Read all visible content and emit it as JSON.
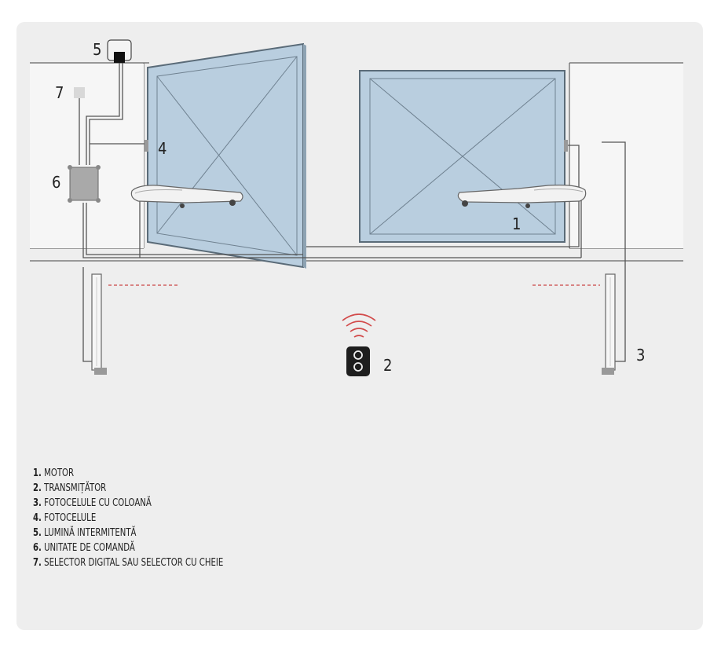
{
  "diagram": {
    "callouts": {
      "motor": "1",
      "transmitter": "2",
      "photocells_column": "3",
      "photocells": "4",
      "flashing_light": "5",
      "control_unit": "6",
      "selector": "7"
    },
    "colors": {
      "gate_fill": "#b8cddd",
      "gate_stroke": "#5a6b78",
      "wire": "#555555",
      "beam": "#d06060",
      "signal": "#d24a4a",
      "background": "#eeeeee"
    }
  },
  "legend": {
    "items": [
      {
        "num": "1.",
        "label": "MOTOR"
      },
      {
        "num": "2.",
        "label": "TRANSMIȚĂTOR"
      },
      {
        "num": "3.",
        "label": "FOTOCELULE CU COLOANĂ"
      },
      {
        "num": "4.",
        "label": "FOTOCELULE"
      },
      {
        "num": "5.",
        "label": "LUMINĂ INTERMITENTĂ"
      },
      {
        "num": "6.",
        "label": "UNITATE DE COMANDĂ"
      },
      {
        "num": "7.",
        "label": "SELECTOR DIGITAL SAU SELECTOR CU CHEIE"
      }
    ]
  }
}
